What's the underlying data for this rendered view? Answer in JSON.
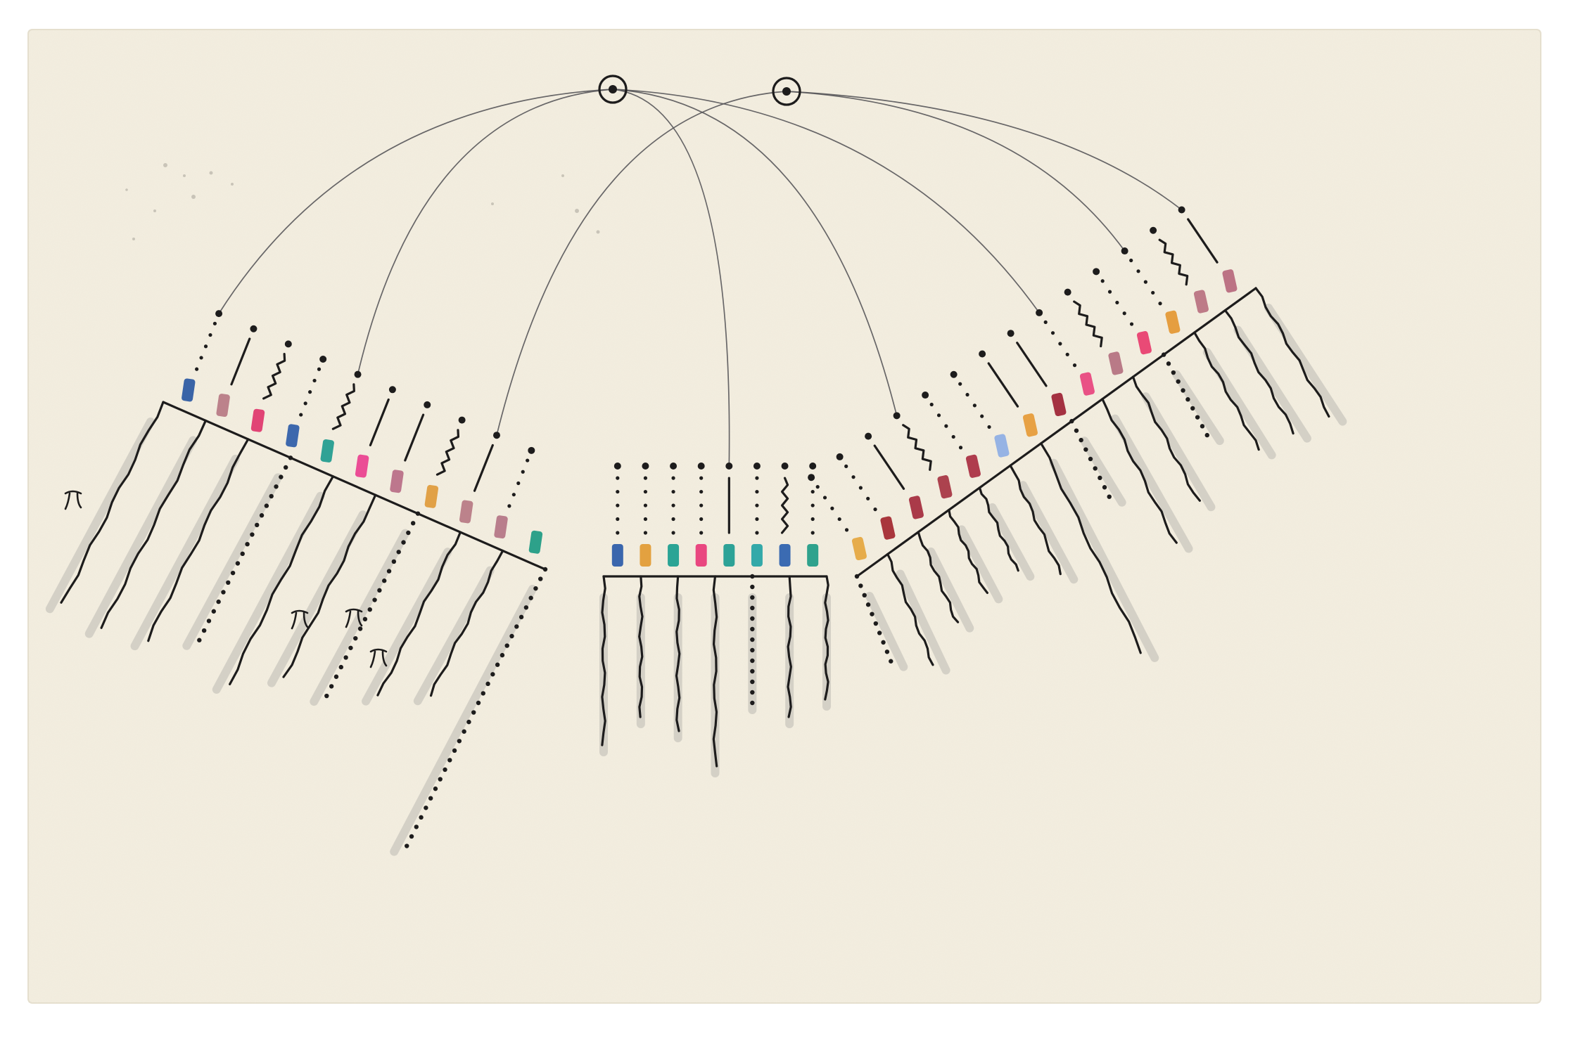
{
  "card": {
    "paper_color": "#f4efe1",
    "edge_color": "#e6e0cf",
    "ink_color": "#1d1c1c",
    "pencil_color": "#58575a"
  },
  "eyes": [
    {
      "name": "left-eye-icon"
    },
    {
      "name": "right-eye-icon"
    }
  ],
  "groups": {
    "left": {
      "feet": [
        "line",
        "line",
        "line",
        "dots",
        "line",
        "line",
        "dots",
        "line",
        "line",
        "dots"
      ],
      "marks": [
        "#2a58a2",
        "#b77883",
        "#e0356b",
        "#2e5ca8",
        "#1f9b8e",
        "#ea3f8e",
        "#b86c86",
        "#e09a3a",
        "#b77883",
        "#b47484",
        "#1c9a82"
      ],
      "pins": [
        "dots",
        "dash",
        "wave",
        "dots",
        "wave",
        "dash",
        "dash",
        "wave",
        "dash",
        "dots"
      ]
    },
    "middle": {
      "feet": [
        "line",
        "line",
        "line",
        "line",
        "dots",
        "line",
        "line"
      ],
      "marks": [
        "#2a5aa8",
        "#e29a32",
        "#1a9d8e",
        "#e83877",
        "#1c9b90",
        "#23a3a4",
        "#2b5fae",
        "#1e9b86"
      ],
      "pins": [
        "dots",
        "dots",
        "dots",
        "dots",
        "dash",
        "dots",
        "wave",
        "dots"
      ]
    },
    "right": {
      "feet": [
        "dots",
        "line",
        "line",
        "line",
        "line",
        "line",
        "line",
        "dots",
        "line",
        "line",
        "dots",
        "line",
        "line",
        "line"
      ],
      "marks": [
        "#e5a63e",
        "#a3262e",
        "#a42a3c",
        "#a63341",
        "#a92c40",
        "#8eaee4",
        "#e69a36",
        "#9d2133",
        "#e8437d",
        "#b4707f",
        "#e83c6c",
        "#e49732",
        "#b8707f",
        "#b7687c"
      ],
      "pins": [
        "dots",
        "dots",
        "dash",
        "wave",
        "dots",
        "dots",
        "dash",
        "dash",
        "dots",
        "wave",
        "dots",
        "dots",
        "wave",
        "dash"
      ]
    }
  },
  "glyph": {
    "name": "pi-glyph"
  }
}
